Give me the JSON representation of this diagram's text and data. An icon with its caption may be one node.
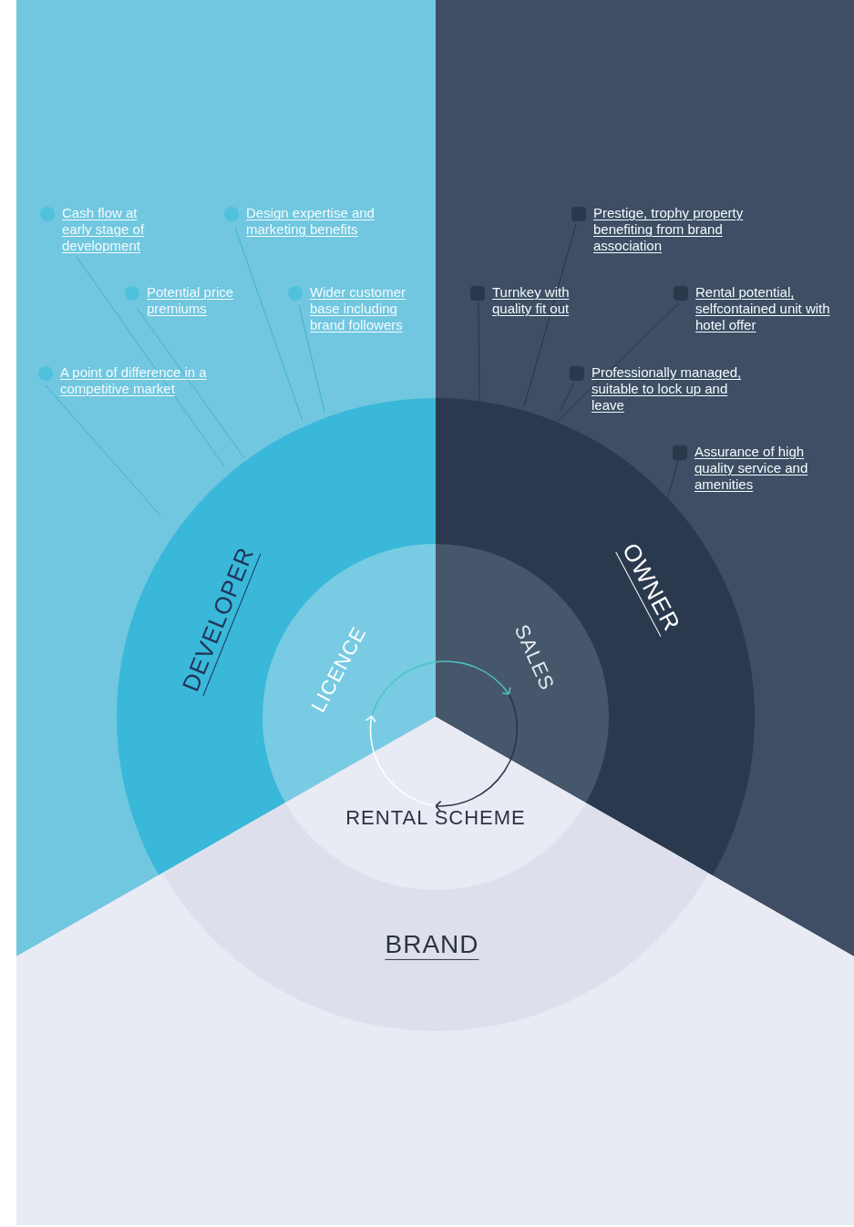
{
  "diagram": {
    "nodes": [
      {
        "text": [
          "Cash flow at early stage of development"
        ]
      },
      {
        "text": [
          "Design expertise and marketing benefits"
        ]
      },
      {
        "text": [
          "Prestige, trophy property benefiting from brand association"
        ]
      },
      {
        "text": [
          "Potential price premiums"
        ]
      },
      {
        "text": [
          "Wider customer base including brand followers"
        ]
      },
      {
        "text": [
          "Turnkey with quality fit out"
        ]
      },
      {
        "text": [
          "Rental potential, selfcontained unit with hotel offer"
        ]
      },
      {
        "text": [
          "A point of difference in a competitive market"
        ]
      },
      {
        "text": [
          "Professionally managed, suitable to lock up and leave"
        ]
      },
      {
        "text": [
          "Assurance of high quality service and amenities"
        ]
      },
      {
        "text": [
          "DEVELOPER"
        ]
      },
      {
        "text": [
          "LICENCE"
        ]
      },
      {
        "text": [
          "SALES"
        ]
      },
      {
        "text": [
          "OWNER"
        ]
      },
      {
        "text": [
          "RENTAL SCHEME"
        ]
      },
      {
        "text": [
          "BRAND"
        ]
      }
    ],
    "edges": [
      {
        "from": 0,
        "to": null,
        "arrow": "none",
        "color": "#3eb2cf"
      },
      {
        "from": 1,
        "to": null,
        "arrow": "none",
        "color": "#3eb2cf"
      },
      {
        "from": 2,
        "to": null,
        "arrow": "none",
        "color": "#2a3649"
      },
      {
        "from": 3,
        "to": null,
        "arrow": "none",
        "color": "#3eb2cf"
      },
      {
        "from": 4,
        "to": null,
        "arrow": "none",
        "color": "#3eb2cf"
      },
      {
        "from": 5,
        "to": null,
        "arrow": "none",
        "color": "#2a3649"
      },
      {
        "from": 6,
        "to": null,
        "arrow": "none",
        "color": "#2a3649"
      },
      {
        "from": 7,
        "to": null,
        "arrow": "none",
        "color": "#3eb2cf"
      },
      {
        "from": 8,
        "to": null,
        "arrow": "none",
        "color": "#2a3649"
      },
      {
        "from": 9,
        "to": null,
        "arrow": "none",
        "color": "#2a3649"
      },
      {
        "from": 11,
        "to": 12,
        "arrow": "to",
        "color": "#4cc3c2"
      },
      {
        "from": 12,
        "to": 14,
        "arrow": "to",
        "color": "#2a3446"
      },
      {
        "from": 14,
        "to": 11,
        "arrow": "to",
        "color": "#ffffff"
      }
    ]
  }
}
